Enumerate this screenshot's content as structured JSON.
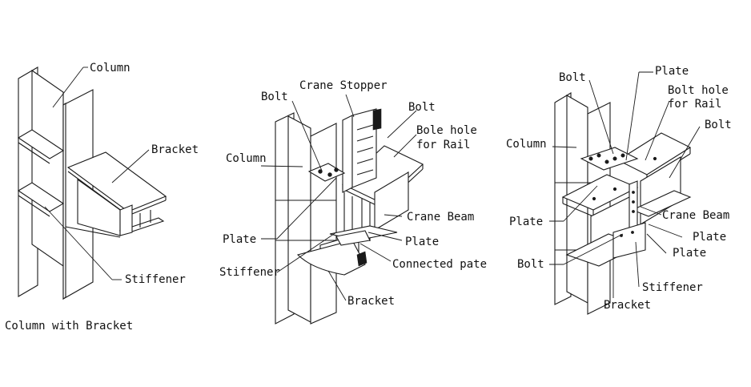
{
  "colors": {
    "line": "#1a1a1a",
    "background": "#ffffff"
  },
  "panel1": {
    "column": "Column",
    "bracket": "Bracket",
    "stiffener": "Stiffener",
    "caption": "Column with Bracket"
  },
  "panel2": {
    "bolt_left": "Bolt",
    "crane_stopper": "Crane Stopper",
    "bolt_right": "Bolt",
    "bole_hole_line1": "Bole hole",
    "bole_hole_line2": "for Rail",
    "column": "Column",
    "crane_beam": "Crane Beam",
    "plate_left": "Plate",
    "plate_right": "Plate",
    "stiffener": "Stiffener",
    "connected_pate": "Connected pate",
    "bracket": "Bracket"
  },
  "panel3": {
    "bolt_top": "Bolt",
    "plate_top": "Plate",
    "bolt_hole_line1": "Bolt hole",
    "bolt_hole_line2": "for Rail",
    "bolt_right": "Bolt",
    "column": "Column",
    "plate_left": "Plate",
    "crane_beam": "Crane Beam",
    "plate_right_1": "Plate",
    "plate_right_2": "Plate",
    "bolt_left": "Bolt",
    "stiffener": "Stiffener",
    "bracket": "Bracket"
  }
}
